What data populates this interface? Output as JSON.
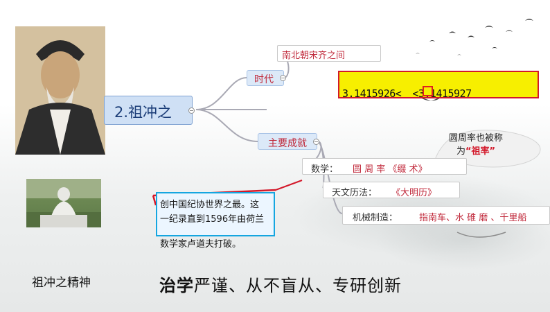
{
  "central": {
    "title": "2.祖冲之"
  },
  "era": {
    "label": "时代",
    "child": "南北朝宋齐之间"
  },
  "achievements": {
    "label": "主要成就",
    "items": [
      {
        "field": "数学：",
        "value": "圆 周 率 《缀 术》"
      },
      {
        "field": "天文历法：",
        "value": "《大明历》"
      },
      {
        "field": "机械制造：",
        "value": "指南车、水 碓 磨 、千里船"
      }
    ]
  },
  "formula": {
    "left": "3.1415926<",
    "right": "<3.1415927"
  },
  "bubble": {
    "line1": "圆周率也被称",
    "prefix": "为",
    "quote_open": "“",
    "highlight": "祖率",
    "quote_close": "”"
  },
  "note": {
    "line1_highlight": "创中国纪协世界之最",
    "line1_rest": "。这",
    "line2": "一纪录直到1596年由荷兰",
    "line3": "数学家卢道夫打破。"
  },
  "spirit": {
    "label": "祖冲之精神",
    "bold_part": "治学",
    "rest": "严谨、从不盲从、专研创新"
  },
  "colors": {
    "accent_red": "#d3182a",
    "formula_yellow": "#f7ef00",
    "note_border": "#15a6e0",
    "node_blue": "#dce9f8"
  }
}
